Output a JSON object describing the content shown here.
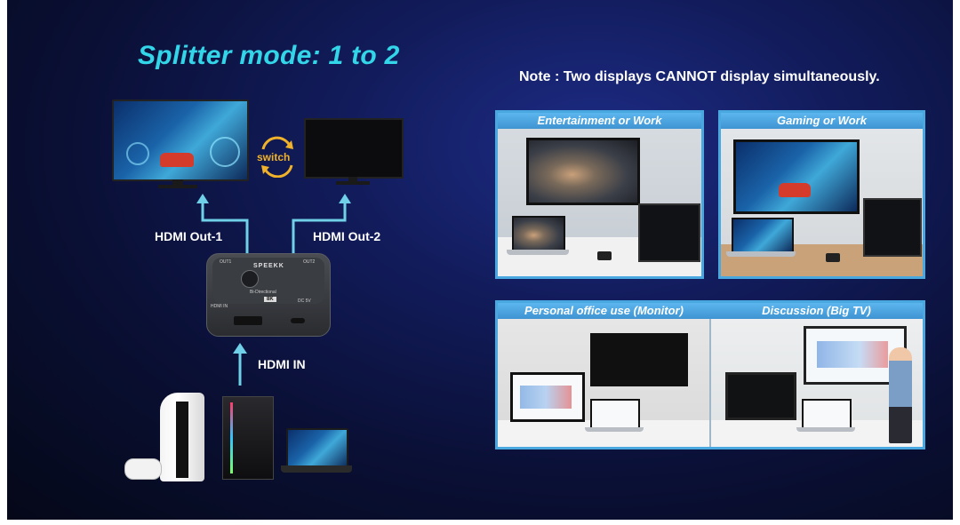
{
  "heading": "Splitter mode: 1 to 2",
  "note": "Note : Two displays CANNOT display simultaneously.",
  "switch_label": "switch",
  "ports": {
    "out1": "HDMI Out-1",
    "out2": "HDMI Out-2",
    "in": "HDMI IN"
  },
  "device_text": {
    "brand": "SPEEKK",
    "port_top_left": "OUT1",
    "port_top_right": "OUT2",
    "model": "Bi-Directional",
    "badge": "8K",
    "power": "DC 5V",
    "port_bottom": "HDMI IN"
  },
  "scenarios": [
    "Entertainment or Work",
    "Gaming or Work",
    "Personal office use (Monitor)",
    "Discussion (Big TV)"
  ],
  "colors": {
    "accent": "#33d6e8",
    "arrow": "#6fd0e8",
    "card_border": "#4aa8e0",
    "card_header": "#3f93d2"
  },
  "icons": [
    "switch-arrows-icon",
    "arrow-up-icon",
    "console-icon",
    "pc-tower-icon",
    "laptop-icon"
  ]
}
